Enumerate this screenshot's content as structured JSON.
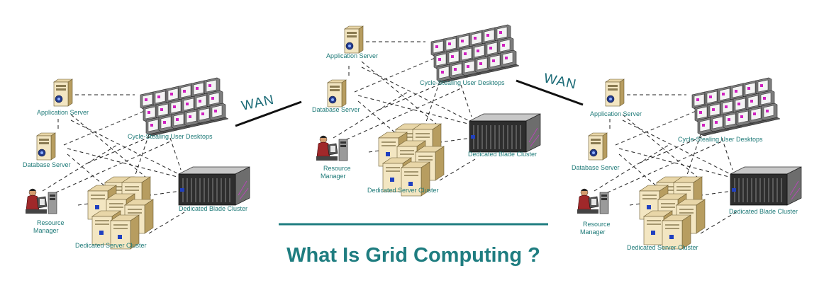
{
  "title": "What Is Grid Computing ?",
  "wan_label": "WAN",
  "clusters": [
    {
      "application_server": "Application Server",
      "database_server": "Database Server",
      "user_desktops": "Cycle-Stealing User Desktops",
      "resource_manager_line1": "Resource",
      "resource_manager_line2": "Manager",
      "server_cluster": "Dedicated Server Cluster",
      "blade_cluster": "Dedicated Blade Cluster"
    },
    {
      "application_server": "Application Server",
      "database_server": "Database Server",
      "user_desktops": "Cycle-Stealing User Desktops",
      "resource_manager_line1": "Resource",
      "resource_manager_line2": "Manager",
      "server_cluster": "Dedicated Server Cluster",
      "blade_cluster": "Dedicated Blade Cluster"
    },
    {
      "application_server": "Application Server",
      "database_server": "Database Server",
      "user_desktops": "Cycle-Stealing User Desktops",
      "resource_manager_line1": "Resource",
      "resource_manager_line2": "Manager",
      "server_cluster": "Dedicated Server Cluster",
      "blade_cluster": "Dedicated Blade Cluster"
    }
  ],
  "colors": {
    "accent": "#1f7d80",
    "label": "#1e7a78",
    "wan": "#1a6a76"
  }
}
